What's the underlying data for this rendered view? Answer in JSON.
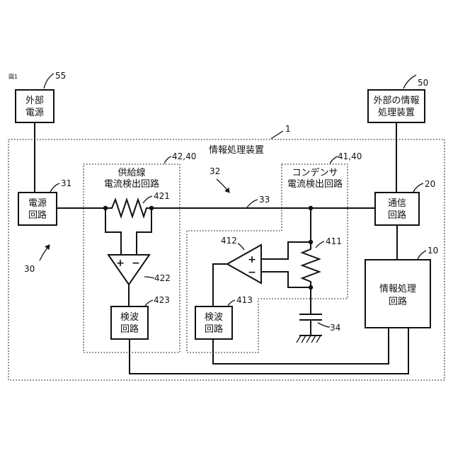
{
  "figure_label": "図1",
  "blocks": {
    "external_power": {
      "lines": [
        "外部",
        "電源"
      ],
      "ref": "55"
    },
    "external_info_device": {
      "lines": [
        "外部の情報",
        "処理装置"
      ],
      "ref": "50"
    },
    "info_processing_device": {
      "title": "情報処理装置",
      "ref": "1"
    },
    "power_circuit": {
      "lines": [
        "電源",
        "回路"
      ],
      "ref": "31"
    },
    "communication_circuit": {
      "lines": [
        "通信",
        "回路"
      ],
      "ref": "20"
    },
    "info_processing_circuit": {
      "lines": [
        "情報処理",
        "回路"
      ],
      "ref": "10"
    },
    "supply_current_detector": {
      "lines": [
        "供給線",
        "電流検出回路"
      ],
      "ref": "42,40"
    },
    "capacitor_current_detector": {
      "lines": [
        "コンデンサ",
        "電流検出回路"
      ],
      "ref": "41,40"
    },
    "detection_circuit_left": {
      "lines": [
        "検波",
        "回路"
      ],
      "ref": "423"
    },
    "detection_circuit_right": {
      "lines": [
        "検波",
        "回路"
      ],
      "ref": "413"
    }
  },
  "components": {
    "shunt_resistor": {
      "ref": "421"
    },
    "amp_left": {
      "ref": "422",
      "plus": "+",
      "minus": "−"
    },
    "amp_right": {
      "ref": "412",
      "plus": "+",
      "minus": "−"
    },
    "cap_resistor": {
      "ref": "411"
    },
    "capacitor": {
      "ref": "34"
    }
  },
  "labels": {
    "supply_line": "33",
    "group_32": "32",
    "group_30": "30"
  }
}
